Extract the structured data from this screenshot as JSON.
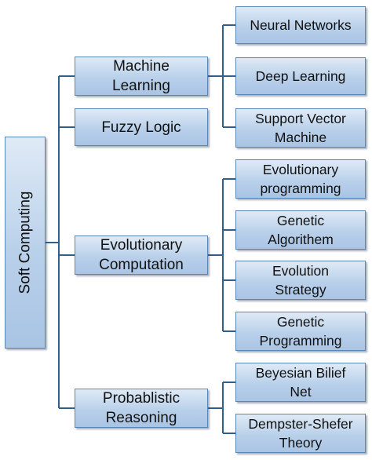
{
  "root": "Soft Computing",
  "categories": [
    {
      "label": "Machine\nLearning",
      "children": [
        "Neural Networks",
        "Deep Learning",
        "Support Vector\nMachine"
      ]
    },
    {
      "label": "Fuzzy Logic",
      "children": []
    },
    {
      "label": "Evolutionary\nComputation",
      "children": [
        "Evolutionary\nprogramming",
        "Genetic\nAlgorithem",
        "Evolution\nStrategy",
        "Genetic\nProgramming"
      ]
    },
    {
      "label": "Probablistic\nReasoning",
      "children": [
        "Beyesian Bilief\nNet",
        "Dempster-Shefer\nTheory"
      ]
    }
  ],
  "colors": {
    "box_border": "#5a86b8",
    "box_fill_top": "#dfeaf6",
    "box_fill_bottom": "#a9c4e4",
    "connector": "#2f5f8a"
  }
}
